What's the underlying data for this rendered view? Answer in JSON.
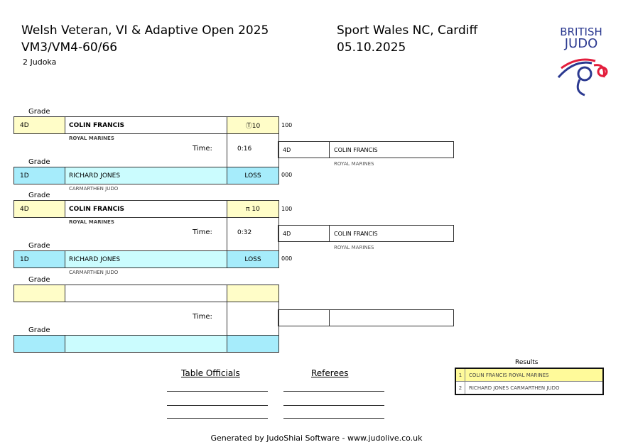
{
  "header": {
    "title": "Welsh Veteran, VI & Adaptive Open 2025",
    "category": "VM3/VM4-60/66",
    "count": "2 Judoka",
    "venue": "Sport Wales NC, Cardiff",
    "date": "05.10.2025",
    "logo_text": "BRITISH JUDO"
  },
  "grade_label": "Grade",
  "time_label": "Time:",
  "matches": [
    {
      "white": {
        "grade": "4D",
        "name": "COLIN FRANCIS",
        "club": "ROYAL MARINES",
        "result": "Ⓣ10",
        "score": "100"
      },
      "blue": {
        "grade": "1D",
        "name": "RICHARD JONES",
        "club": "CARMARTHEN JUDO",
        "result": "LOSS",
        "score": "000"
      },
      "time": "0:16",
      "winner": {
        "grade": "4D",
        "name": "COLIN FRANCIS",
        "club": "ROYAL MARINES"
      }
    },
    {
      "white": {
        "grade": "4D",
        "name": "COLIN FRANCIS",
        "club": "ROYAL MARINES",
        "result": "π 10",
        "score": "100"
      },
      "blue": {
        "grade": "1D",
        "name": "RICHARD JONES",
        "club": "CARMARTHEN JUDO",
        "result": "LOSS",
        "score": "000"
      },
      "time": "0:32",
      "winner": {
        "grade": "4D",
        "name": "COLIN FRANCIS",
        "club": "ROYAL MARINES"
      }
    }
  ],
  "results": {
    "title": "Results",
    "rows": [
      {
        "rank": "1",
        "text": "COLIN FRANCIS ROYAL MARINES"
      },
      {
        "rank": "2",
        "text": "RICHARD JONES CARMARTHEN JUDO"
      }
    ]
  },
  "footer": {
    "officials": "Table Officials",
    "referees": "Referees",
    "generated": "Generated by JudoShiai Software - www.judolive.co.uk"
  }
}
